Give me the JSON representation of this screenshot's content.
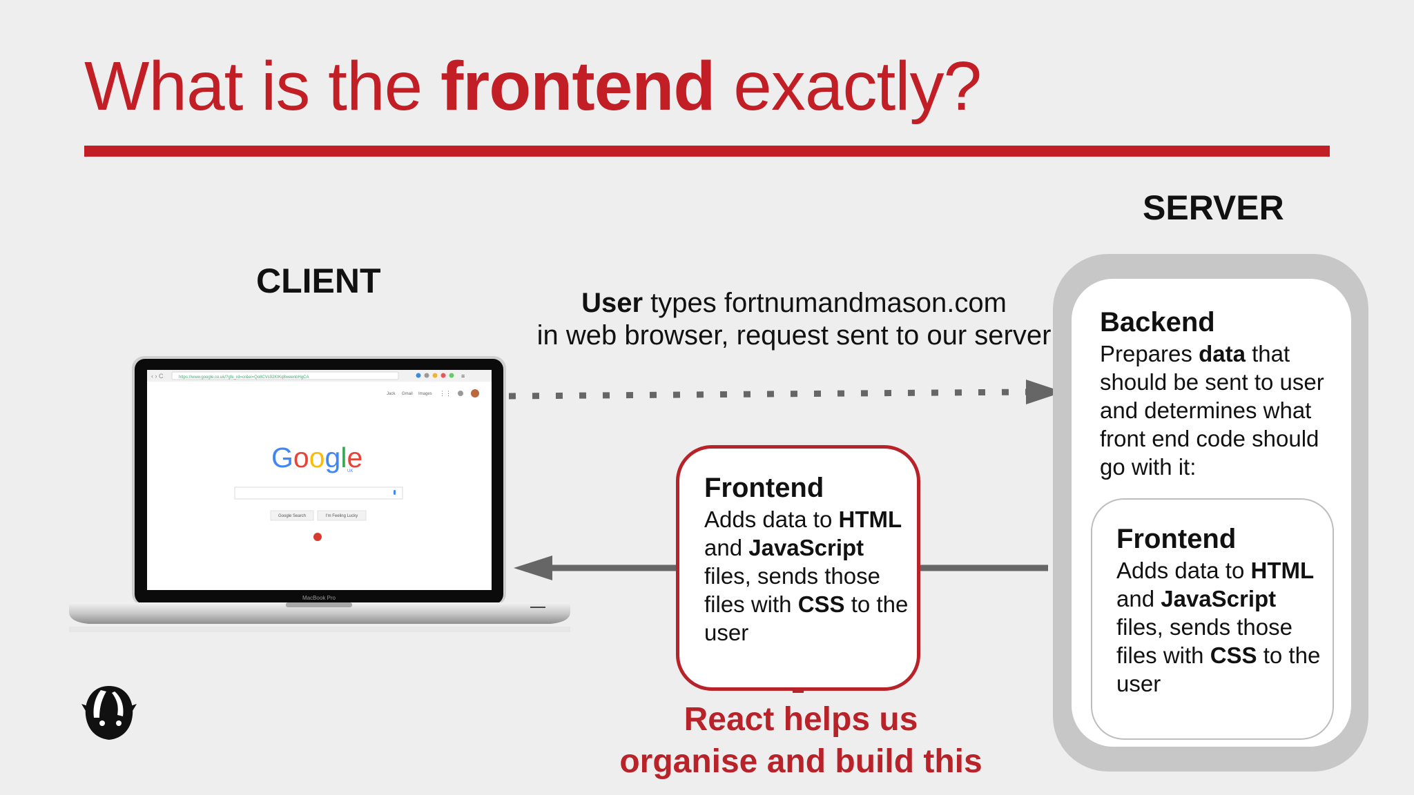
{
  "title": {
    "before": "What is the ",
    "bold": "frontend",
    "after": " exactly?"
  },
  "labels": {
    "client": "CLIENT",
    "server": "SERVER"
  },
  "request": {
    "bold": "User",
    "line1_rest": " types fortnumandmason.com",
    "line2": "in web browser, request sent to our server"
  },
  "backend": {
    "heading": "Backend",
    "t1": "Prepares ",
    "b1": "data",
    "t2": " that should be sent to user and determines what front end code should go with it:"
  },
  "frontend": {
    "heading": "Frontend",
    "t1": "Adds data to ",
    "b1": "HTML",
    "t2": " and ",
    "b2": "JavaScript",
    "t3": " files, sends those files with ",
    "b3": "CSS",
    "t4": " to the user"
  },
  "react_note": {
    "line1": "React helps us",
    "line2": "organise and build this"
  },
  "browser": {
    "url": "https://www.google.co.uk/?gfe_rd=cr&ei=Qo8CVs92KtKq8weenbHgCA",
    "top_links": [
      "Jack",
      "Gmail",
      "Images"
    ],
    "logo_letters": [
      "G",
      "o",
      "o",
      "g",
      "l",
      "e"
    ],
    "logo_sub": "UK",
    "buttons": [
      "Google Search",
      "I'm Feeling Lucky"
    ],
    "laptop_model": "MacBook Pro"
  },
  "colors": {
    "accent": "#c21e26",
    "arrow": "#666666",
    "google": [
      "#4285f4",
      "#ea4335",
      "#fbbc05",
      "#4285f4",
      "#34a853",
      "#ea4335"
    ]
  },
  "icons": {
    "logo": "badger-logo-icon",
    "request_arrow": "dotted-arrow-right-icon",
    "response_arrow": "arrow-left-icon",
    "react_arrow": "arrow-up-icon"
  }
}
